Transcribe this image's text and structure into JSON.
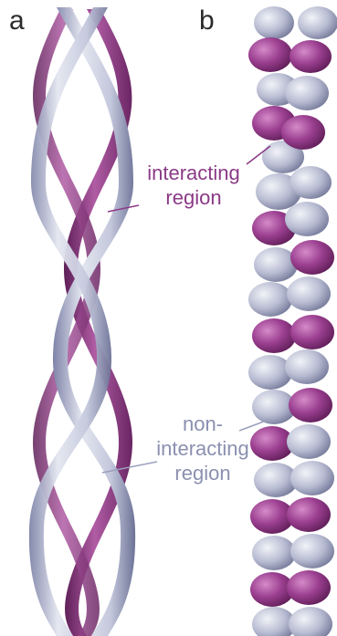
{
  "panels": {
    "a": {
      "label": "a"
    },
    "b": {
      "label": "b"
    }
  },
  "annotations": {
    "interacting": {
      "line1": "interacting",
      "line2": "region",
      "color": "#8b3a86"
    },
    "non_interacting": {
      "line1": "non-",
      "line2": "interacting",
      "line3": "region",
      "color": "#8b90b0"
    }
  },
  "colors": {
    "ribbon_light": "#c9cde0",
    "ribbon_mid": "#9da2c2",
    "ribbon_dark": "#5f6489",
    "purple_light": "#b45aa5",
    "purple_dark": "#7a2a71"
  }
}
